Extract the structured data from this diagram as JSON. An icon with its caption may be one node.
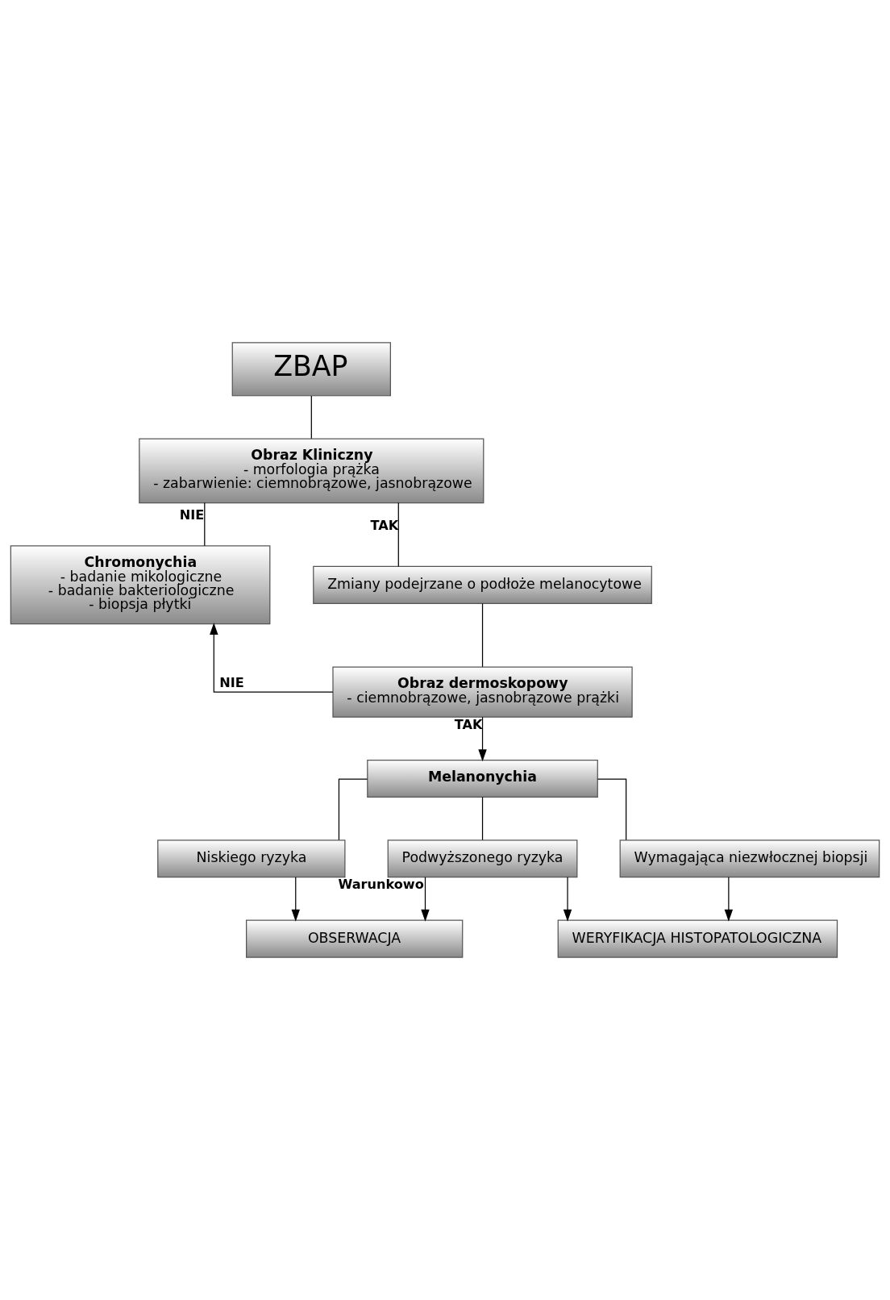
{
  "diagram": {
    "nodes": [
      {
        "text": [
          "ZBAP"
        ]
      },
      {
        "text": [
          "Obraz Kliniczny",
          "- morfologia prążka",
          "- zabarwienie: ciemnobrązowe, jasnobrązowe"
        ]
      },
      {
        "text": [
          "Chromonychia",
          "- badanie mikologiczne",
          "- badanie bakteriologiczne",
          "- biopsja płytki"
        ]
      },
      {
        "text": [
          "Zmiany podejrzane o podłoże melanocytowe"
        ]
      },
      {
        "text": [
          "Obraz dermoskopowy",
          "- ciemnobrązowe, jasnobrązowe prążki"
        ]
      },
      {
        "text": [
          "Melanonychia"
        ]
      },
      {
        "text": [
          "Niskiego ryzyka"
        ]
      },
      {
        "text": [
          "Podwyższonego ryzyka"
        ]
      },
      {
        "text": [
          "Wymagająca niezwłocznej biopsji"
        ]
      },
      {
        "text": [
          "OBSERWACJA"
        ]
      },
      {
        "text": [
          "WERYFIKACJA HISTOPATOLOGICZNA"
        ]
      }
    ],
    "edges": [
      {
        "from": 0,
        "to": 1,
        "arrow": "none"
      },
      {
        "from": 1,
        "to": 2,
        "arrow": "none",
        "label": "NIE"
      },
      {
        "from": 1,
        "to": 3,
        "arrow": "none",
        "label": "TAK"
      },
      {
        "from": 3,
        "to": 4,
        "arrow": "none"
      },
      {
        "from": 4,
        "to": 2,
        "arrow": "to",
        "label": "NIE"
      },
      {
        "from": 4,
        "to": 5,
        "arrow": "to",
        "label": "TAK"
      },
      {
        "from": 5,
        "to": 6,
        "arrow": "none"
      },
      {
        "from": 5,
        "to": 7,
        "arrow": "none"
      },
      {
        "from": 5,
        "to": 8,
        "arrow": "none"
      },
      {
        "from": 6,
        "to": 9,
        "arrow": "to"
      },
      {
        "from": 7,
        "to": 9,
        "arrow": "to",
        "label": "Warunkowo"
      },
      {
        "from": 7,
        "to": 10,
        "arrow": "to"
      },
      {
        "from": 8,
        "to": 10,
        "arrow": "to"
      }
    ]
  }
}
